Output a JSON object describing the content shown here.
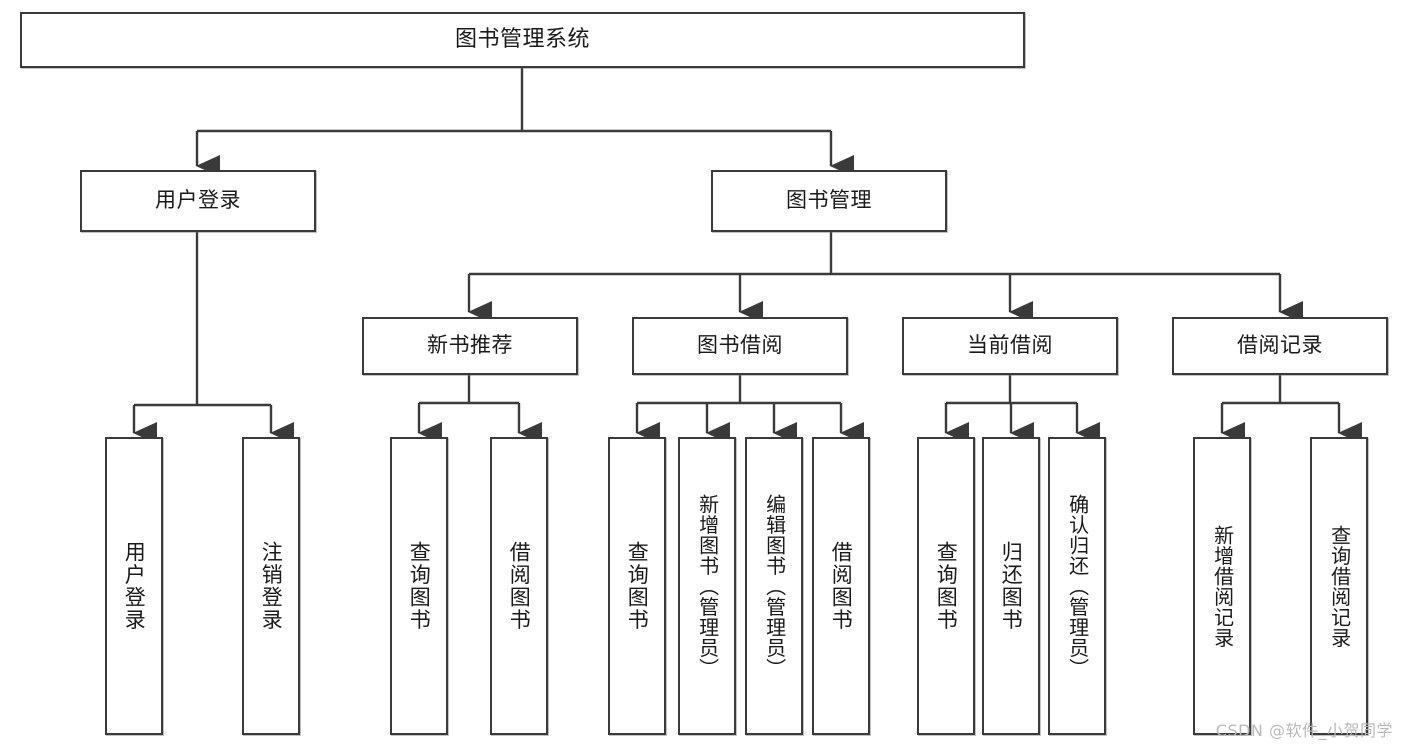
{
  "diagram": {
    "title": "图书管理系统",
    "watermark": "CSDN @软件_小贺同学",
    "colors": {
      "stroke": "#3a3a3a",
      "fill": "#ffffff",
      "text": "#1a1a1a",
      "watermark": "#b9b9b9"
    },
    "levels": {
      "root": {
        "label": "图书管理系统"
      },
      "level2": [
        {
          "id": "user-login",
          "label": "用户登录"
        },
        {
          "id": "book-management",
          "label": "图书管理"
        }
      ],
      "level3": [
        {
          "id": "new-book-recommend",
          "label": "新书推荐"
        },
        {
          "id": "book-borrow",
          "label": "图书借阅"
        },
        {
          "id": "current-borrow",
          "label": "当前借阅"
        },
        {
          "id": "borrow-record",
          "label": "借阅记录"
        }
      ],
      "leaves": {
        "user-login": [
          {
            "id": "leaf-user-login",
            "label": "用户登录"
          },
          {
            "id": "leaf-logout",
            "label": "注销登录"
          }
        ],
        "new-book-recommend": [
          {
            "id": "leaf-query-book-1",
            "label": "查询图书"
          },
          {
            "id": "leaf-borrow-book-1",
            "label": "借阅图书"
          }
        ],
        "book-borrow": [
          {
            "id": "leaf-query-book-2",
            "label": "查询图书"
          },
          {
            "id": "leaf-add-book",
            "label": "新增图书（管理员）"
          },
          {
            "id": "leaf-edit-book",
            "label": "编辑图书（管理员）"
          },
          {
            "id": "leaf-borrow-book-2",
            "label": "借阅图书"
          }
        ],
        "current-borrow": [
          {
            "id": "leaf-query-book-3",
            "label": "查询图书"
          },
          {
            "id": "leaf-return-book",
            "label": "归还图书"
          },
          {
            "id": "leaf-confirm-return",
            "label": "确认归还（管理员）"
          }
        ],
        "borrow-record": [
          {
            "id": "leaf-add-record",
            "label": "新增借阅记录"
          },
          {
            "id": "leaf-query-record",
            "label": "查询借阅记录"
          }
        ]
      }
    }
  }
}
